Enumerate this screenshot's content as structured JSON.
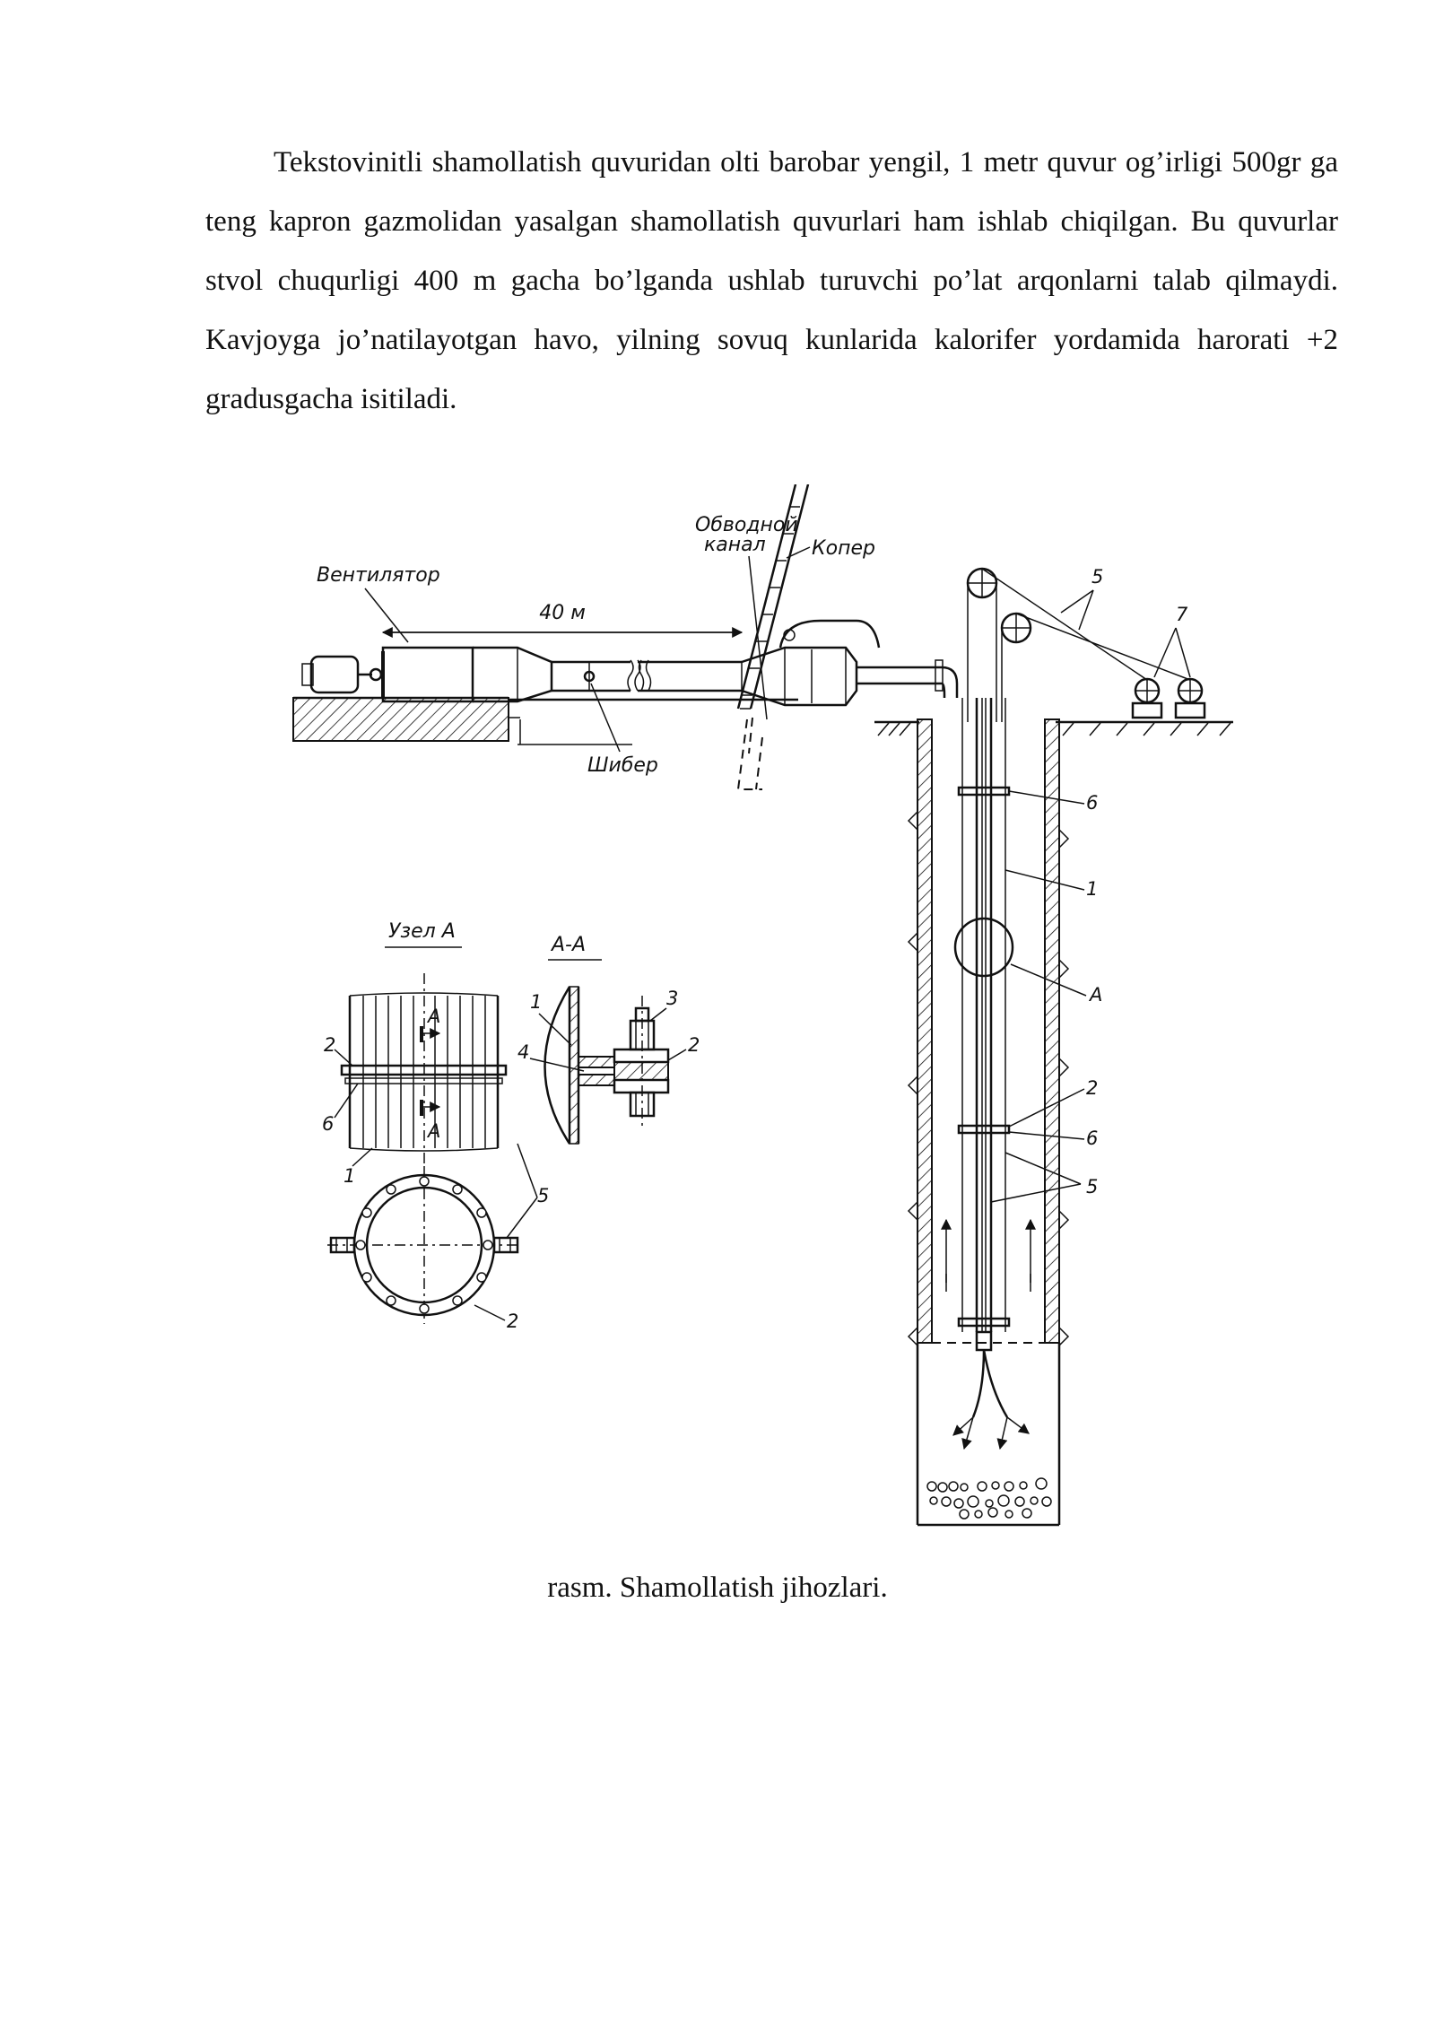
{
  "document": {
    "paragraph": "Tekstovinitli shamollatish quvuridan olti barobar yengil, 1 metr quvur og’irligi 500gr ga teng kapron gazmolidan yasalgan shamollatish quvurlari ham ishlab chiqilgan. Bu quvurlar stvol chuqurligi 400 m gacha bo’lganda ushlab turuvchi po’lat arqonlarni talab qilmaydi. Kavjoyga jo’natilayotgan havo, yilning sovuq kunlarida kalorifer yordamida harorati +2 gradusgacha isitiladi.",
    "caption": "rasm. Shamollatish jihozlari."
  },
  "figure": {
    "labels": {
      "ventilator": "Вентилятор",
      "distance": "40 м",
      "bypass_line1": "Обводной",
      "bypass_line2": "канал",
      "koper": "Копер",
      "shiber": "Шибер",
      "uzel": "Узел А",
      "section": "А-А",
      "section_mark": "А"
    },
    "callouts": {
      "n1": "1",
      "n2": "2",
      "n3": "3",
      "n4": "4",
      "n5": "5",
      "n6": "6",
      "n7": "7",
      "nA": "А"
    }
  }
}
